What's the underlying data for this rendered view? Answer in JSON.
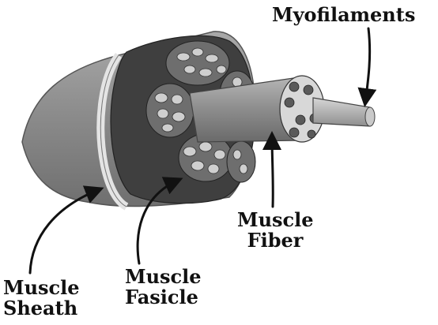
{
  "labels": {
    "myofilaments": "Myofilaments",
    "muscle_fiber_line1": "Muscle",
    "muscle_fiber_line2": "Fiber",
    "muscle_fasicle_line1": "Muscle",
    "muscle_fasicle_line2": "Fasicle",
    "muscle_sheath_line1": "Muscle",
    "muscle_sheath_line2": "Sheath"
  },
  "colors": {
    "ink": "#111111",
    "sheath": "#8e8e8e",
    "sheath_edge": "#e4e4e4",
    "tissue_dark": "#3f3f3f",
    "tissue_mid": "#6e6e6e",
    "tissue_light": "#cfcfcf"
  }
}
